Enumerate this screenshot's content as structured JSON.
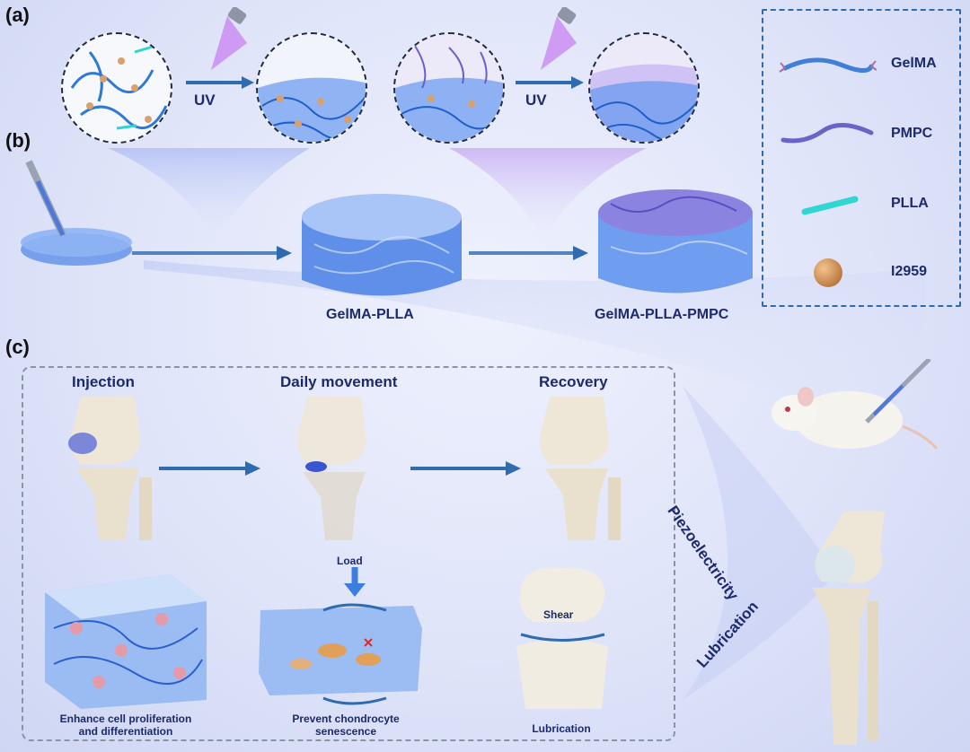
{
  "panels": {
    "a": "(a)",
    "b": "(b)",
    "c": "(c)"
  },
  "uv": {
    "first": "UV",
    "second": "UV"
  },
  "legend": {
    "items": [
      {
        "label": "GelMA",
        "icon": "gelma-chain-icon"
      },
      {
        "label": "PMPC",
        "icon": "pmpc-chain-icon"
      },
      {
        "label": "PLLA",
        "icon": "plla-fiber-icon"
      },
      {
        "label": "I2959",
        "icon": "i2959-particle-icon"
      }
    ]
  },
  "panel_b": {
    "hydrogel_1": "GelMA-PLLA",
    "hydrogel_2": "GelMA-PLLA-PMPC"
  },
  "panel_c": {
    "stages": [
      "Injection",
      "Daily movement",
      "Recovery"
    ],
    "load": "Load",
    "shear": "Shear",
    "captions": {
      "proliferation_line1": "Enhance cell proliferation",
      "proliferation_line2": "and differentiation",
      "senescence_line1": "Prevent chondrocyte",
      "senescence_line2": "senescence",
      "lubrication": "Lubrication"
    },
    "side_labels": {
      "piezo": "Piezoelectricity",
      "lubrication": "Lubrication"
    }
  },
  "colors": {
    "accent_blue": "#2f6bb0",
    "uv_purple": "#b04ce8",
    "gel_blue": "#5f8fe8",
    "text": "#1d2a6b"
  }
}
